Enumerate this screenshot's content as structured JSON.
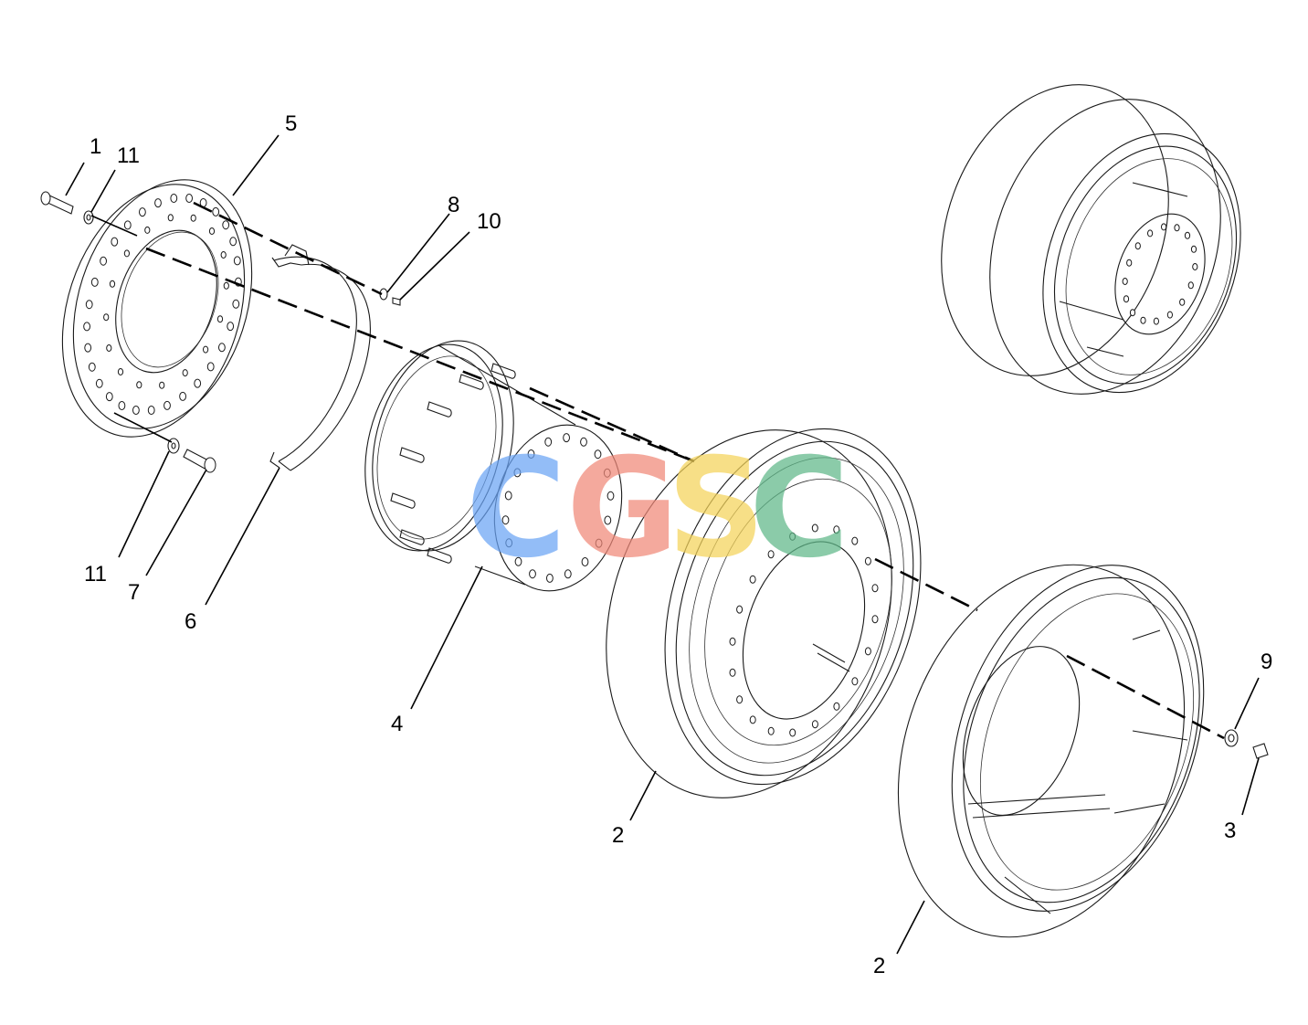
{
  "callouts": {
    "c1": "1",
    "c11a": "11",
    "c5": "5",
    "c8": "8",
    "c10": "10",
    "c11b": "11",
    "c7": "7",
    "c6": "6",
    "c4": "4",
    "c2a": "2",
    "c2b": "2",
    "c9": "9",
    "c3": "3"
  },
  "watermark": {
    "letters": [
      "C",
      "G",
      "S",
      "C"
    ],
    "colors": [
      "#6aa4f5",
      "#f08878",
      "#f5d45a",
      "#5fb889"
    ]
  }
}
